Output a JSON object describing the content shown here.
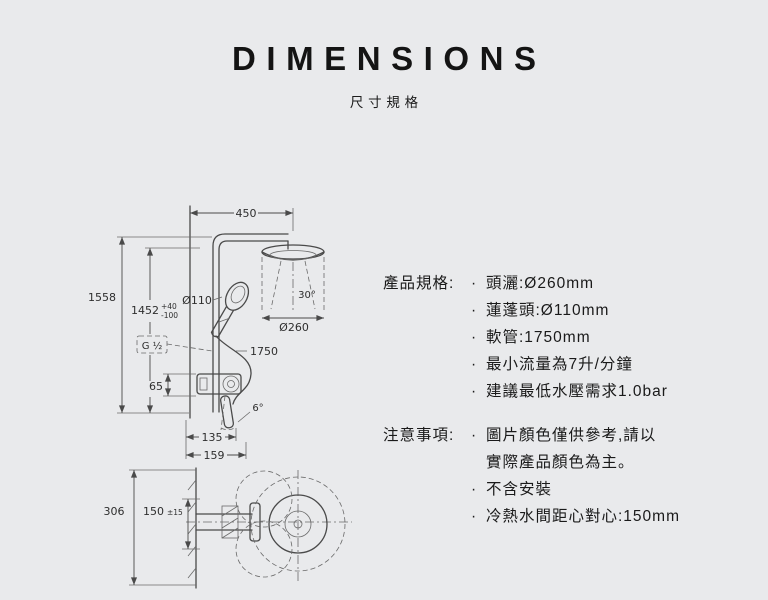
{
  "header": {
    "title": "DIMENSIONS",
    "subtitle": "尺寸規格"
  },
  "diagram": {
    "dims": {
      "width_top": "450",
      "height_total": "1558",
      "height_body": "1452",
      "tol_plus": "+40",
      "tol_minus": "-100",
      "hand_shower_dia": "Ø110",
      "spray_angle": "30°",
      "head_dia": "Ø260",
      "thread": "G ½",
      "hose_len": "1750",
      "valve_height": "65",
      "lever_angle": "6°",
      "width_135": "135",
      "width_159": "159",
      "depth_306": "306",
      "spacing_150": "150",
      "spacing_tol": "±15"
    }
  },
  "specs": {
    "label": "產品規格:",
    "items": [
      "頭灑:Ø260mm",
      "蓮蓬頭:Ø110mm",
      "軟管:1750mm",
      "最小流量為7升/分鐘",
      "建議最低水壓需求1.0bar"
    ]
  },
  "notes": {
    "label": "注意事項:",
    "items": [
      "圖片顏色僅供參考,請以\n實際產品顏色為主。",
      "不含安裝",
      "冷熱水間距心對心:150mm"
    ]
  },
  "bullet": "·"
}
